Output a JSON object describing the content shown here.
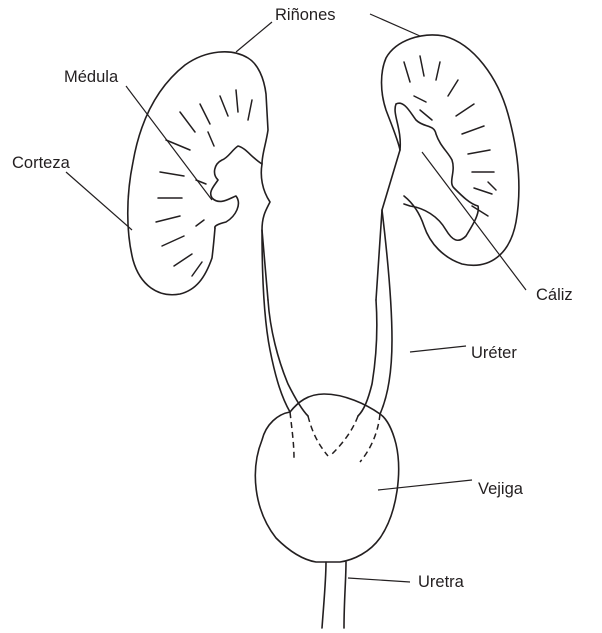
{
  "labels": {
    "kidneys": "Riñones",
    "medulla": "Médula",
    "cortex": "Corteza",
    "calyx": "Cáliz",
    "ureter": "Uréter",
    "bladder": "Vejiga",
    "urethra": "Uretra"
  }
}
